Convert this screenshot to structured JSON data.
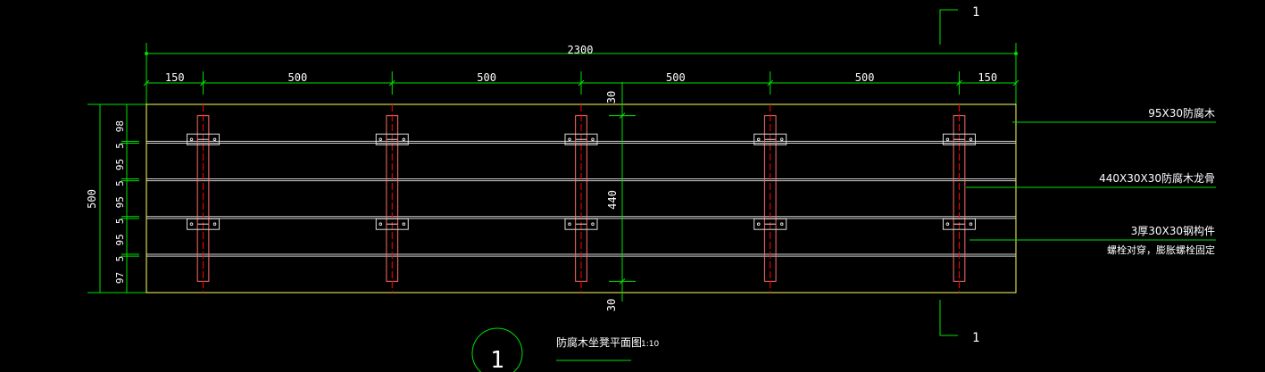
{
  "colors": {
    "background": "#000000",
    "dimension": "#00e000",
    "outline": "#ffff66",
    "plank_line": "#cfcfcf",
    "keel": "#ff6b6b",
    "centerline": "#ff0000",
    "bracket": "#dddddd",
    "text": "#ffffff"
  },
  "drawing": {
    "overall_length": "2300",
    "top_dims": [
      "150",
      "500",
      "500",
      "500",
      "500",
      "150"
    ],
    "overall_width": "500",
    "left_dims": [
      "98",
      "5",
      "95",
      "5",
      "95",
      "5",
      "95",
      "5",
      "97"
    ],
    "keel_length": "440",
    "keel_end_gap_top": "30",
    "keel_end_gap_bottom": "30",
    "section_mark": "1",
    "detail_number": "1",
    "title": "防腐木坐凳平面图",
    "scale": "1:10",
    "labels": {
      "plank": "95X30防腐木",
      "keel": "440X30X30防腐木龙骨",
      "bracket": "3厚30X30钢构件",
      "bracket_note": "螺栓对穿，膨胀螺栓固定"
    }
  }
}
